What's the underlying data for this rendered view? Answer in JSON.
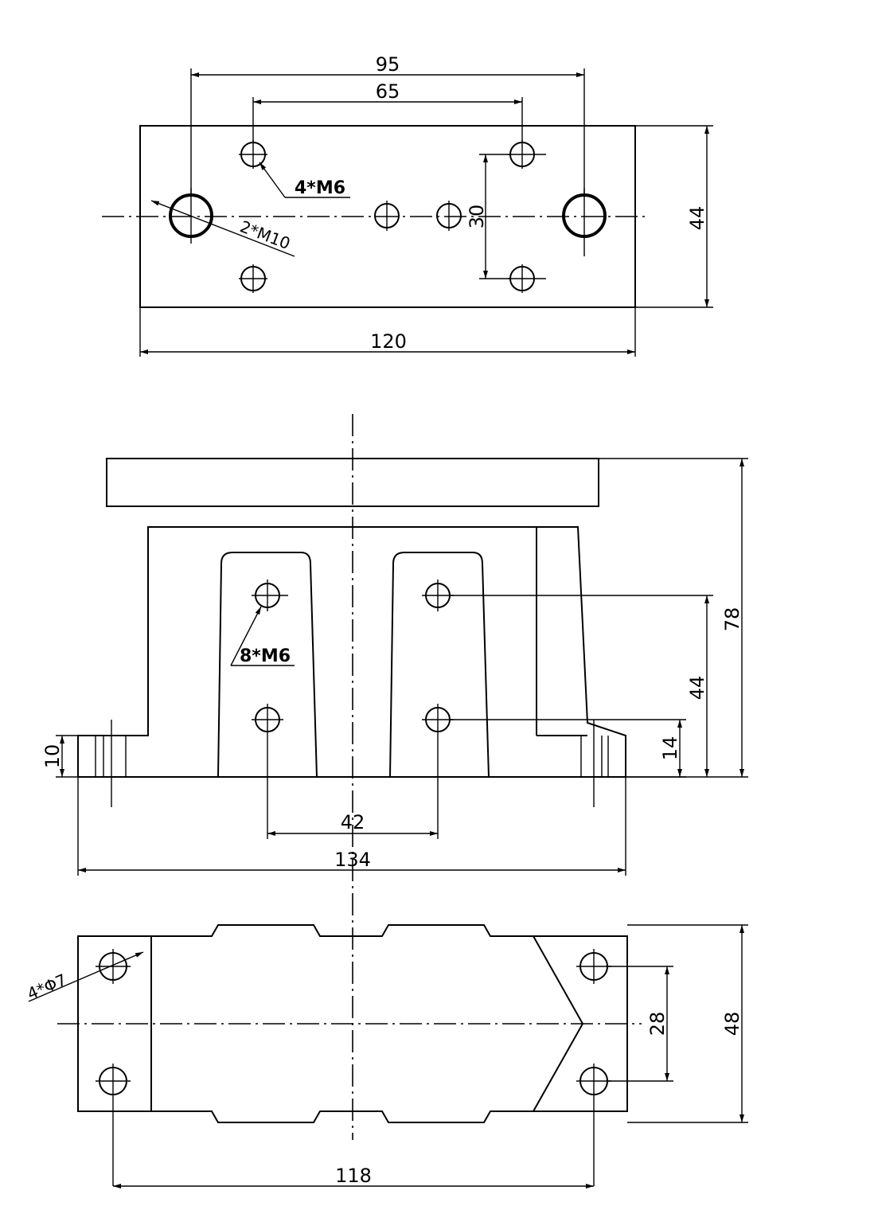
{
  "top_view": {
    "dim_95": "95",
    "dim_65": "65",
    "dim_30": "30",
    "dim_44": "44",
    "dim_120": "120",
    "label_m6": "4*M6",
    "label_m10": "2*M10"
  },
  "front_view": {
    "dim_78": "78",
    "dim_44": "44",
    "dim_14": "14",
    "dim_10": "10",
    "dim_42": "42",
    "dim_134": "134",
    "label_m6": "8*M6"
  },
  "bottom_view": {
    "dim_28": "28",
    "dim_48": "48",
    "dim_118": "118",
    "label_hole": "4*Φ7"
  }
}
